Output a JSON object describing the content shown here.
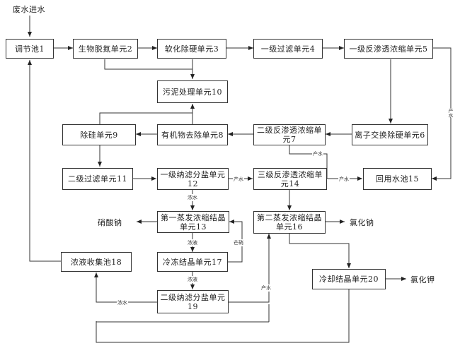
{
  "inlet_label": "废水进水",
  "units": {
    "u1": "调节池1",
    "u2": "生物脱氮单元2",
    "u3": "软化除硬单元3",
    "u4": "一级过滤单元4",
    "u5": "一级反渗透浓缩单元5",
    "u6": "离子交换除硬单元6",
    "u7_line1": "二级反渗透浓缩单",
    "u7_line2": "元7",
    "u8": "有机物去除单元8",
    "u9": "除硅单元9",
    "u10": "污泥处理单元10",
    "u11": "二级过滤单元11",
    "u12_line1": "一级纳滤分盐单元",
    "u12_line2": "12",
    "u13_line1": "第一蒸发浓缩结晶",
    "u13_line2": "单元13",
    "u14_line1": "三级反渗透浓缩单",
    "u14_line2": "元14",
    "u15": "回用水池15",
    "u16_line1": "第二蒸发浓缩结晶",
    "u16_line2": "单元16",
    "u17": "冷冻结晶单元17",
    "u18": "浓液收集池18",
    "u19_line1": "二级纳滤分盐单元",
    "u19_line2": "19",
    "u20": "冷却结晶单元20"
  },
  "outputs": {
    "sodium_nitrate": "硝酸钠",
    "sodium_chloride": "氯化钠",
    "potassium_chloride": "氯化钾"
  },
  "flow_labels": {
    "product_water_5": "产水",
    "product_water_7": "产水",
    "product_water_12": "产水",
    "product_water_14": "产水",
    "product_water_19": "产水",
    "concentrate_12": "浓水",
    "concentrate_19": "浓水",
    "liquor_13": "浓液",
    "liquor_17": "浓液",
    "mirabilite": "芒硝"
  }
}
